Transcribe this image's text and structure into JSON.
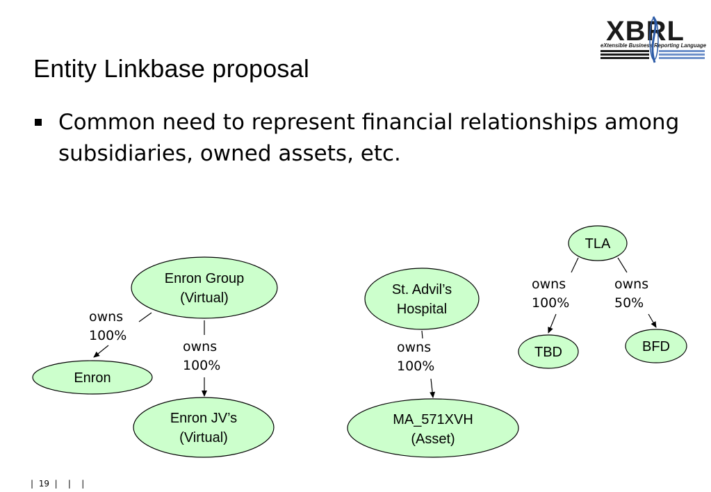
{
  "slide": {
    "title": "Entity Linkbase proposal",
    "bullet": "Common need to represent financial relationships among subsidiaries, owned assets, etc.",
    "footer": {
      "sep1": "|",
      "page": "19",
      "sep2": "|",
      "sep3": "|",
      "sep4": "|"
    }
  },
  "logo": {
    "wordmark": "XBRL",
    "tagline": "eXtensible Business Reporting Language",
    "colors": {
      "dark": "#1a1a1a",
      "accent": "#2b5aa6"
    }
  },
  "diagram": {
    "node_fill": "#ccffcc",
    "nodes": {
      "enron_group": {
        "line1": "Enron Group",
        "line2": "(Virtual)"
      },
      "enron": {
        "label": "Enron"
      },
      "enron_jv": {
        "line1": "Enron JV’s",
        "line2": "(Virtual)"
      },
      "st_advils": {
        "line1": "St. Advil’s",
        "line2": "Hospital"
      },
      "ma_571xvh": {
        "line1": "MA_571XVH",
        "line2": "(Asset)"
      },
      "tla": {
        "label": "TLA"
      },
      "tbd": {
        "label": "TBD"
      },
      "bfd": {
        "label": "BFD"
      }
    },
    "edges": {
      "group_to_enron": {
        "relation": "owns",
        "percent": "100%"
      },
      "group_to_jv": {
        "relation": "owns",
        "percent": "100%"
      },
      "hospital_to_asset": {
        "relation": "owns",
        "percent": "100%"
      },
      "tla_to_tbd": {
        "relation": "owns",
        "percent": "100%"
      },
      "tla_to_bfd": {
        "relation": "owns",
        "percent": "50%"
      }
    }
  }
}
